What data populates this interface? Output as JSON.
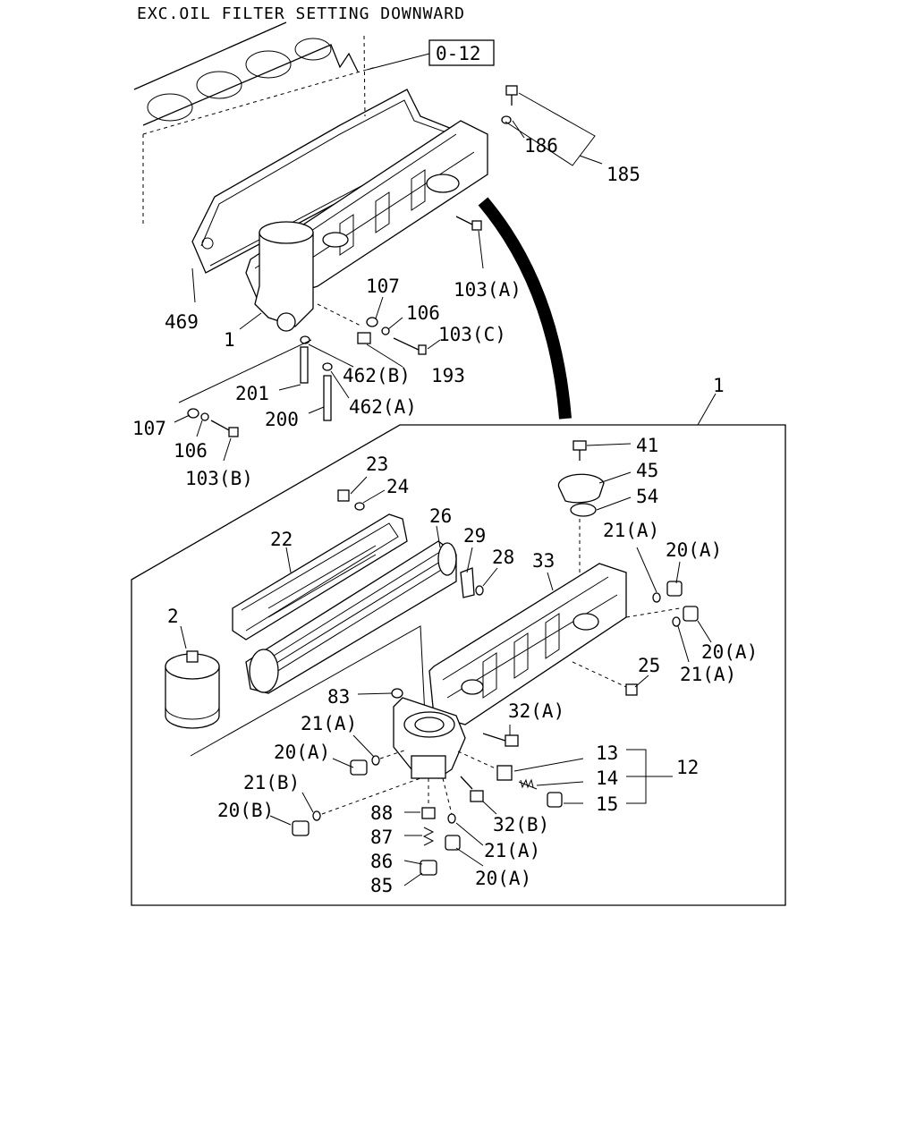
{
  "title": "EXC.OIL FILTER SETTING DOWNWARD",
  "reference_box": "0-12",
  "callouts": {
    "c185": "185",
    "c186": "186",
    "c103a_top": "103(A)",
    "c107_top": "107",
    "c106_top": "106",
    "c103c": "103(C)",
    "c193": "193",
    "c462b": "462(B)",
    "c462a": "462(A)",
    "c469": "469",
    "c1_top": "1",
    "c201": "201",
    "c200": "200",
    "c107_left": "107",
    "c106_left": "106",
    "c103b": "103(B)",
    "c1_box": "1",
    "c41": "41",
    "c45": "45",
    "c54": "54",
    "c23": "23",
    "c24": "24",
    "c22": "22",
    "c26": "26",
    "c29": "29",
    "c28": "28",
    "c33": "33",
    "c21a_r1": "21(A)",
    "c20a_r1": "20(A)",
    "c20a_r2": "20(A)",
    "c21a_r2": "21(A)",
    "c2": "2",
    "c25": "25",
    "c83": "83",
    "c32a": "32(A)",
    "c21a_l": "21(A)",
    "c20a_l": "20(A)",
    "c13": "13",
    "c12": "12",
    "c14": "14",
    "c15": "15",
    "c21b": "21(B)",
    "c20b": "20(B)",
    "c88": "88",
    "c32b": "32(B)",
    "c87": "87",
    "c21a_b": "21(A)",
    "c86": "86",
    "c20a_b": "20(A)",
    "c85": "85"
  }
}
